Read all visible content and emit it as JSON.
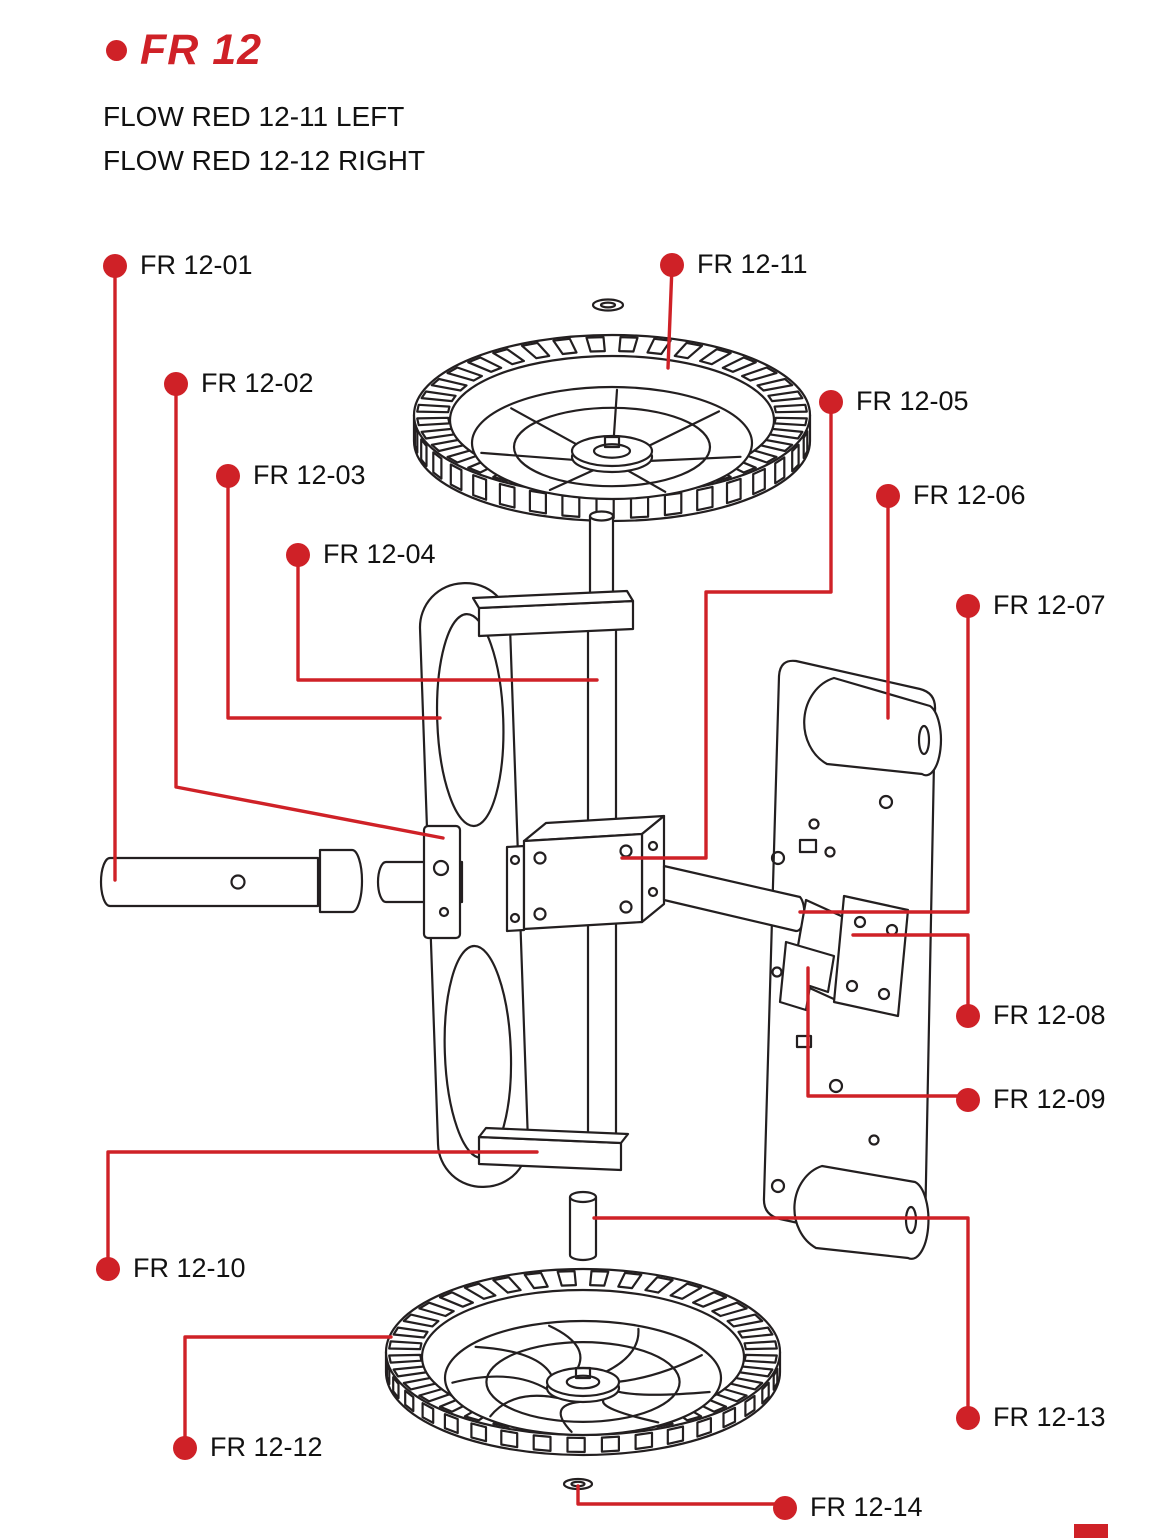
{
  "colors": {
    "accent": "#cf2127",
    "ink": "#231f20"
  },
  "title": {
    "text": "FR 12"
  },
  "subtitle": {
    "line1": "FLOW RED 12-11 LEFT",
    "line2": "FLOW RED 12-12 RIGHT"
  },
  "callouts": {
    "c01": {
      "label": "FR 12-01"
    },
    "c02": {
      "label": "FR 12-02"
    },
    "c03": {
      "label": "FR 12-03"
    },
    "c04": {
      "label": "FR 12-04"
    },
    "c05": {
      "label": "FR 12-05"
    },
    "c06": {
      "label": "FR 12-06"
    },
    "c07": {
      "label": "FR 12-07"
    },
    "c08": {
      "label": "FR 12-08"
    },
    "c09": {
      "label": "FR 12-09"
    },
    "c10": {
      "label": "FR 12-10"
    },
    "c11": {
      "label": "FR 12-11"
    },
    "c12": {
      "label": "FR 12-12"
    },
    "c13": {
      "label": "FR 12-13"
    },
    "c14": {
      "label": "FR 12-14"
    }
  }
}
